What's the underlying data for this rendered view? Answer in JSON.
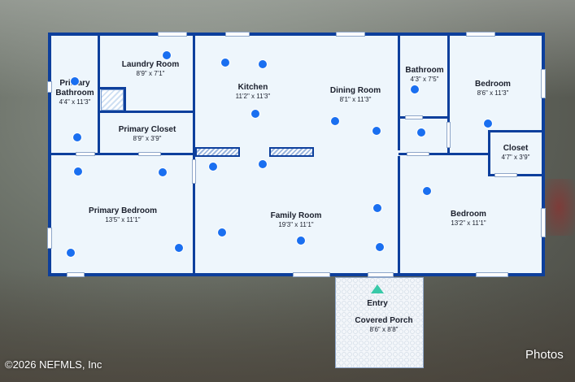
{
  "watermark": {
    "copyright": "©2026 NEFMLS, Inc"
  },
  "viewer": {
    "photos_label": "Photos"
  },
  "colors": {
    "wall": "#0d3f9c",
    "room_fill": "#eef6fc",
    "hotspot": "#1a6ff0",
    "entry_marker": "#38c9a8"
  },
  "rooms": {
    "primary_bathroom": {
      "name": "Primary Bathroom",
      "dims": "4'4\" x 11'3\""
    },
    "laundry_room": {
      "name": "Laundry Room",
      "dims": "8'9\" x 7'1\""
    },
    "kitchen": {
      "name": "Kitchen",
      "dims": "11'2\" x 11'3\""
    },
    "dining_room": {
      "name": "Dining Room",
      "dims": "8'1\" x 11'3\""
    },
    "bathroom": {
      "name": "Bathroom",
      "dims": "4'3\" x 7'5\""
    },
    "bedroom_1": {
      "name": "Bedroom",
      "dims": "8'6\" x 11'3\""
    },
    "primary_closet": {
      "name": "Primary Closet",
      "dims": "8'9\" x 3'9\""
    },
    "closet": {
      "name": "Closet",
      "dims": "4'7\" x 3'9\""
    },
    "primary_bedroom": {
      "name": "Primary Bedroom",
      "dims": "13'5\" x 11'1\""
    },
    "family_room": {
      "name": "Family Room",
      "dims": "19'3\" x 11'1\""
    },
    "bedroom_2": {
      "name": "Bedroom",
      "dims": "13'2\" x 11'1\""
    },
    "entry": {
      "name": "Entry"
    },
    "covered_porch": {
      "name": "Covered Porch",
      "dims": "8'6\" x 8'8\""
    }
  }
}
